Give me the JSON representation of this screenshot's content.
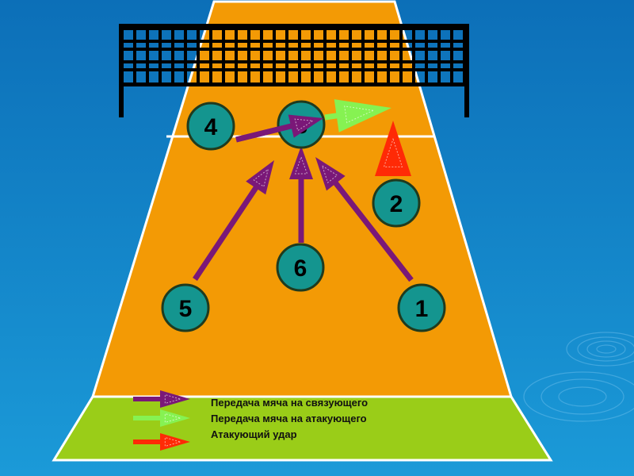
{
  "colors": {
    "background_top": "#0c6fb8",
    "background_bottom": "#1b9ad8",
    "court": "#f39a05",
    "zone": "#9acd18",
    "lines": "#ffffff",
    "net": "#000000",
    "player_fill": "#14958f",
    "player_stroke": "#1f3b1f",
    "setter_pass": "#7a1878",
    "attack_pass": "#86f252",
    "attack_hit": "#ff2a06"
  },
  "players": [
    {
      "id": "4",
      "label": "4"
    },
    {
      "id": "3",
      "label": "3"
    },
    {
      "id": "2",
      "label": "2"
    },
    {
      "id": "6",
      "label": "6"
    },
    {
      "id": "5",
      "label": "5"
    },
    {
      "id": "1",
      "label": "1"
    }
  ],
  "legend": [
    {
      "text": "Передача мяча на связующего",
      "kind": "setter_pass"
    },
    {
      "text": "Передача мяча на атакующего",
      "kind": "attack_pass"
    },
    {
      "text": "Атакующий удар",
      "kind": "attack_hit"
    }
  ]
}
